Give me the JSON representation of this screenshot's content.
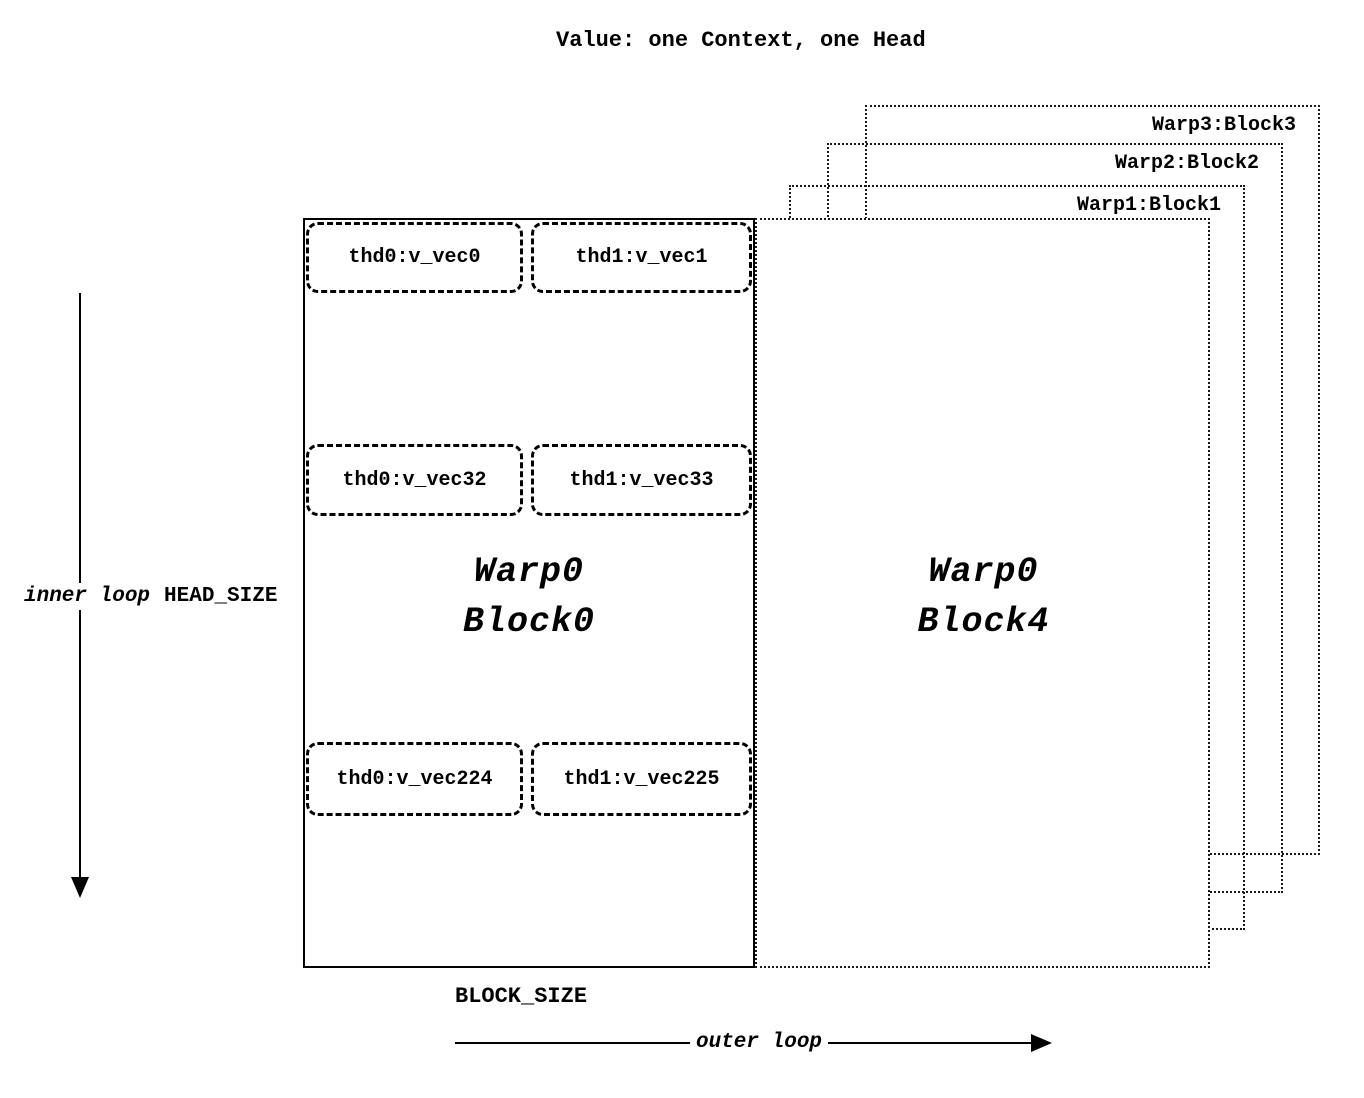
{
  "title": "Value: one Context, one Head",
  "axes": {
    "inner_loop": "inner loop",
    "head_size": "HEAD_SIZE",
    "outer_loop": "outer loop",
    "block_size": "BLOCK_SIZE"
  },
  "back_blocks": [
    {
      "label": "Warp3:Block3"
    },
    {
      "label": "Warp2:Block2"
    },
    {
      "label": "Warp1:Block1"
    }
  ],
  "warp0_block0": {
    "line1": "Warp0",
    "line2": "Block0"
  },
  "warp0_block4": {
    "line1": "Warp0",
    "line2": "Block4"
  },
  "vec_rows": [
    {
      "left": "thd0:v_vec0",
      "right": "thd1:v_vec1"
    },
    {
      "left": "thd0:v_vec32",
      "right": "thd1:v_vec33"
    },
    {
      "left": "thd0:v_vec224",
      "right": "thd1:v_vec225"
    }
  ]
}
